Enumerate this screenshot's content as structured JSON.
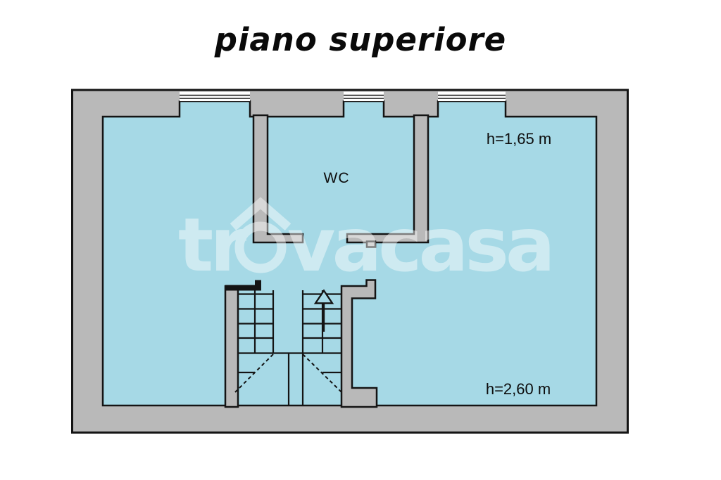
{
  "title": "piano superiore",
  "floor_plan": {
    "wc_label": "WC",
    "height_label_upper": "h=1,65 m",
    "height_label_lower": "h=2,60 m"
  },
  "watermark": {
    "part1": "tr",
    "part2": "vacasa"
  },
  "colors": {
    "wall-fill": "#b9b9b9",
    "floor-fill": "#a6d9e6",
    "outline": "#141414",
    "label": "#0d0d0d",
    "watermark": "#ffffff"
  }
}
